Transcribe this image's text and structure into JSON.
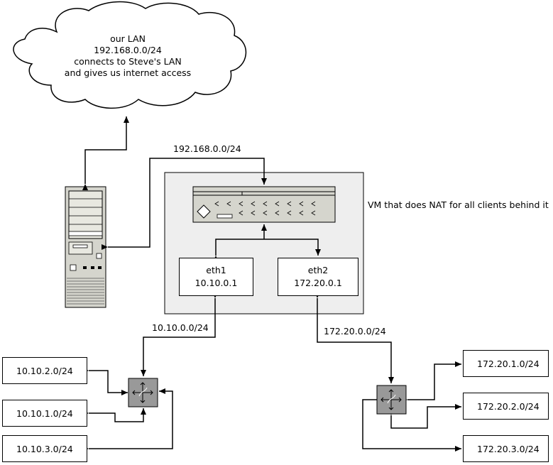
{
  "cloud": {
    "lines": [
      "our LAN",
      "192.168.0.0/24",
      "connects to Steve's LAN",
      "and gives us internet access"
    ]
  },
  "links": {
    "upper_subnet": "192.168.0.0/24",
    "left_subnet": "10.10.0.0/24",
    "right_subnet": "172.20.0.0/24"
  },
  "vm": {
    "label": "VM that does NAT for all clients behind it",
    "eth1": {
      "name": "eth1",
      "ip": "10.10.0.1"
    },
    "eth2": {
      "name": "eth2",
      "ip": "172.20.0.1"
    }
  },
  "left_networks": [
    "10.10.2.0/24",
    "10.10.1.0/24",
    "10.10.3.0/24"
  ],
  "right_networks": [
    "172.20.1.0/24",
    "172.20.2.0/24",
    "172.20.3.0/24"
  ],
  "colors": {
    "line": "#000000",
    "vm_fill": "#eeeeee",
    "switch_fill": "#999999",
    "server_fill": "#d5d5cd"
  }
}
